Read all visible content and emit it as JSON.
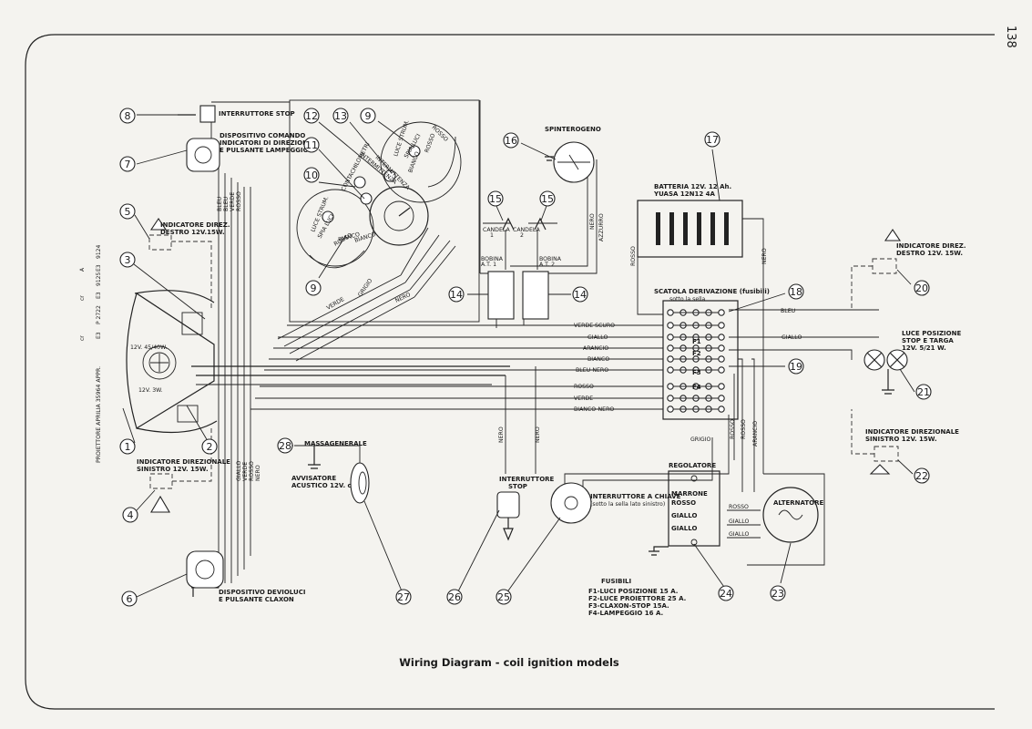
{
  "page_number": "138",
  "caption": "Wiring Diagram - coil ignition models",
  "projector_label": "PROIETTORE APRILIA 35964 APPR.",
  "projector_codes": [
    "cr",
    "E3",
    "P 2722",
    "cr",
    "E3",
    "9125",
    "A",
    "E3",
    "9124"
  ],
  "components": {
    "interruttore_stop": "INTERRUTTORE STOP",
    "dispositivo_comando": [
      "DISPOSITIVO COMANDO",
      "INDICATORI DI DIREZIONE",
      "E PULSANTE LAMPEGGIO"
    ],
    "ind_dir_destro_left": [
      "INDICATORE DIREZ.",
      "DESTRO 12V.15W."
    ],
    "ind_dir_sinistro_left": [
      "INDICATORE DIREZIONALE",
      "SINISTRO 12V. 15W."
    ],
    "dispositivo_deviol": [
      "DISPOSITIVO DEVIOLUCI",
      "E PULSANTE CLAXON"
    ],
    "massa_generale": "MASSAGENERALE",
    "avvisatore": [
      "AVVISATORE",
      "ACUSTICO 12V. cc."
    ],
    "interruttore_stop_center": [
      "INTERRUTTORE",
      "STOP"
    ],
    "interruttore_chiave": [
      "INTERRUTTORE A CHIAVE",
      "(sotto la sella lato sinistro)"
    ],
    "spinterogeno": "SPINTEROGENO",
    "candela_1": [
      "CANDELA",
      "1"
    ],
    "candela_2": [
      "CANDELA",
      "2"
    ],
    "bobina_1": [
      "BOBINA",
      "A.T. 1"
    ],
    "bobina_2": [
      "BOBINA",
      "A.T. 2"
    ],
    "batteria": [
      "BATTERIA 12V. 12 Ah.",
      "YUASA 12N12 4A"
    ],
    "scatola": [
      "SCATOLA DERIVAZIONE (fusibili)",
      "sotto la sella"
    ],
    "ind_dir_destro_right": [
      "INDICATORE DIREZ.",
      "DESTRO 12V. 15W."
    ],
    "luce_posizione": [
      "LUCE POSIZIONE",
      "STOP E TARGA",
      "12V. 5/21 W."
    ],
    "ind_dir_sinistro_right": [
      "INDICATORE DIREZIONALE",
      "SINISTRO 12V. 15W."
    ],
    "regolatore": "REGOLATORE",
    "regolatore_terminals": [
      "MARRONE",
      "ROSSO",
      "GIALLO",
      "GIALLO"
    ],
    "alternatore": "ALTERNATORE",
    "contachilometri": "CONTACHILOMETRI",
    "lamp_head": "12V. 45/40W.",
    "lamp_pos": "12V. 3W.",
    "cluster_labels": [
      "LUCE STRUM.",
      "LUCE STRUM.",
      "SPIA LUCI",
      "SPIA LUCI",
      "ROSSO",
      "BIANCO",
      "BIANCO",
      "ROSSO",
      "INTERMITTENZA",
      "INTERMITTENZA",
      "ROSSO"
    ]
  },
  "fuses": {
    "title": "FUSIBILI",
    "items": [
      "F1-LUCI POSIZIONE 15 A.",
      "F2-LUCE PROIETTORE 25 A.",
      "F3-CLAXON-STOP 15A.",
      "F4-LAMPEGGIO 16 A."
    ],
    "box_labels": [
      "F1",
      "F2",
      "F3",
      "F4"
    ]
  },
  "wire_labels": {
    "harness_right": [
      "VERDE SCURO",
      "GIALLO",
      "ARANCIO",
      "BIANCO",
      "BLEU-NERO",
      "ROSSO",
      "VERDE",
      "BIANCO-NERO"
    ],
    "bleu": "BLEU",
    "giallo": "GIALLO",
    "grigio": "GRIGIO",
    "vertical_left_top": [
      "BLEU",
      "BLEU",
      "VERDE",
      "ROSSO"
    ],
    "vertical_left_bottom": [
      "GIALLO",
      "VERDE",
      "ROSSO",
      "NERO"
    ],
    "diagonal": [
      "VERDE",
      "GRIGIO",
      "NERO"
    ],
    "nero_left": "NERO",
    "nero_right": "NERO",
    "nero_batt": "NERO",
    "rosso_batt": "ROSSO",
    "nero_spint": "NERO",
    "azzurro": "AZZURRO",
    "rosso_v1": "ROSSO",
    "rosso_v2": "ROSSO",
    "arancio_v": "ARANCIO",
    "bianco_lamp": "BIANCO",
    "reg_out": [
      "ROSSO",
      "GIALLO",
      "GIALLO"
    ]
  },
  "callouts": [
    "1",
    "2",
    "3",
    "4",
    "5",
    "6",
    "7",
    "8",
    "9",
    "9",
    "10",
    "11",
    "12",
    "13",
    "14",
    "14",
    "15",
    "15",
    "16",
    "17",
    "18",
    "19",
    "20",
    "21",
    "22",
    "23",
    "24",
    "25",
    "26",
    "27",
    "28"
  ],
  "colors": {
    "ink": "#1a1a1a",
    "paper": "#f4f3ef"
  }
}
